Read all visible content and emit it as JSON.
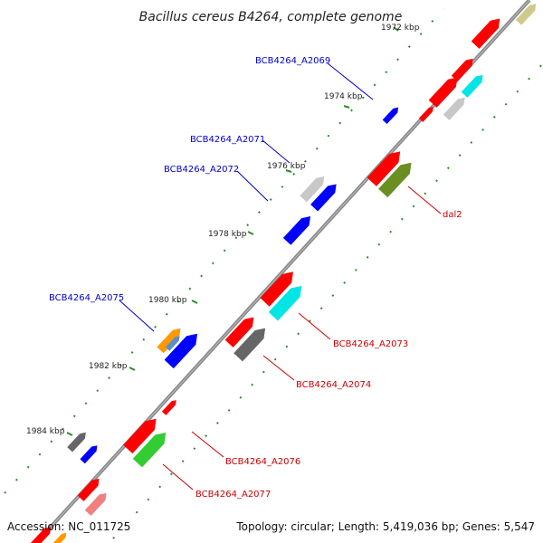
{
  "title": "Bacillus cereus B4264, complete genome",
  "footer": {
    "accession": "Accession: NC_011725",
    "summary": "Topology: circular; Length: 5,419,036 bp; Genes: 5,547"
  },
  "ticks": [
    {
      "label": "1972 kbp"
    },
    {
      "label": "1974 kbp"
    },
    {
      "label": "1976 kbp"
    },
    {
      "label": "1978 kbp"
    },
    {
      "label": "1980 kbp"
    },
    {
      "label": "1982 kbp"
    },
    {
      "label": "1984 kbp"
    }
  ],
  "gene_labels": {
    "a2069": "BCB4264_A2069",
    "a2071": "BCB4264_A2071",
    "a2072": "BCB4264_A2072",
    "a2075": "BCB4264_A2075",
    "dal2": "dal2",
    "a2073": "BCB4264_A2073",
    "a2074": "BCB4264_A2074",
    "a2076": "BCB4264_A2076",
    "a2077": "BCB4264_A2077"
  },
  "colors": {
    "backbone": "#888888",
    "tick_dash": "#2e8b2e",
    "red": "#ff0000",
    "blue": "#0000ff",
    "cyan": "#00e5e5",
    "olive": "#6b8e23",
    "green": "#33cc33",
    "gray": "#c8c8c8",
    "darkgray": "#666666",
    "orange": "#ff9900",
    "steel": "#5b8fc7",
    "pink": "#f08080",
    "khaki": "#cfc98a",
    "label_blue": "#0000cc",
    "label_red": "#cc0000"
  }
}
